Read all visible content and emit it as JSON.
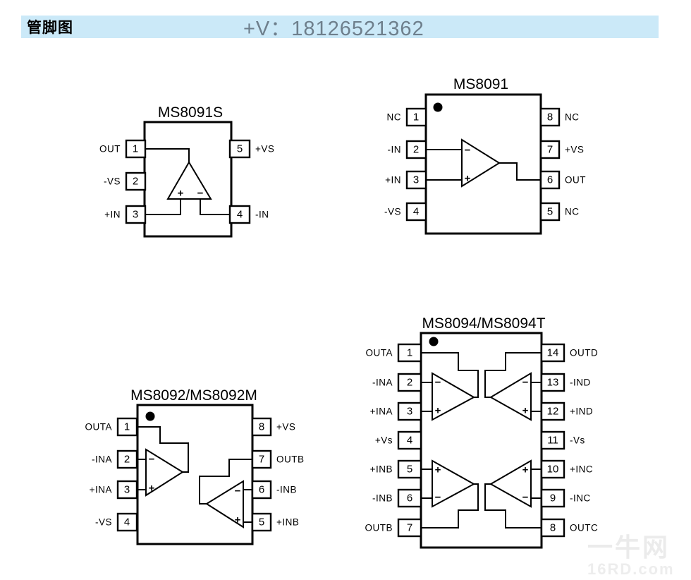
{
  "header": {
    "title": "管脚图",
    "contact": "+V：18126521362",
    "bar_color": "#cbe9f8",
    "contact_color": "#6e7f8c"
  },
  "opamp": {
    "plus": "+",
    "minus": "−"
  },
  "ics": [
    {
      "title": "MS8091S",
      "left": [
        {
          "num": "1",
          "label": "OUT"
        },
        {
          "num": "2",
          "label": "-VS"
        },
        {
          "num": "3",
          "label": "+IN"
        }
      ],
      "right": [
        {
          "num": "5",
          "label": "+VS"
        },
        {
          "num": "4",
          "label": "-IN"
        }
      ]
    },
    {
      "title": "MS8091",
      "left": [
        {
          "num": "1",
          "label": "NC"
        },
        {
          "num": "2",
          "label": "-IN"
        },
        {
          "num": "3",
          "label": "+IN"
        },
        {
          "num": "4",
          "label": "-VS"
        }
      ],
      "right": [
        {
          "num": "8",
          "label": "NC"
        },
        {
          "num": "7",
          "label": "+VS"
        },
        {
          "num": "6",
          "label": "OUT"
        },
        {
          "num": "5",
          "label": "NC"
        }
      ]
    },
    {
      "title": "MS8092/MS8092M",
      "left": [
        {
          "num": "1",
          "label": "OUTA"
        },
        {
          "num": "2",
          "label": "-INA"
        },
        {
          "num": "3",
          "label": "+INA"
        },
        {
          "num": "4",
          "label": "-VS"
        }
      ],
      "right": [
        {
          "num": "8",
          "label": "+VS"
        },
        {
          "num": "7",
          "label": "OUTB"
        },
        {
          "num": "6",
          "label": "-INB"
        },
        {
          "num": "5",
          "label": "+INB"
        }
      ]
    },
    {
      "title": "MS8094/MS8094T",
      "left": [
        {
          "num": "1",
          "label": "OUTA"
        },
        {
          "num": "2",
          "label": "-INA"
        },
        {
          "num": "3",
          "label": "+INA"
        },
        {
          "num": "4",
          "label": "+Vs"
        },
        {
          "num": "5",
          "label": "+INB"
        },
        {
          "num": "6",
          "label": "-INB"
        },
        {
          "num": "7",
          "label": "OUTB"
        }
      ],
      "right": [
        {
          "num": "14",
          "label": "OUTD"
        },
        {
          "num": "13",
          "label": "-IND"
        },
        {
          "num": "12",
          "label": "+IND"
        },
        {
          "num": "11",
          "label": "-Vs"
        },
        {
          "num": "10",
          "label": "+INC"
        },
        {
          "num": "9",
          "label": "-INC"
        },
        {
          "num": "8",
          "label": "OUTC"
        }
      ]
    }
  ],
  "watermark": {
    "logo": "一牛网",
    "domain": "16RD.com"
  }
}
